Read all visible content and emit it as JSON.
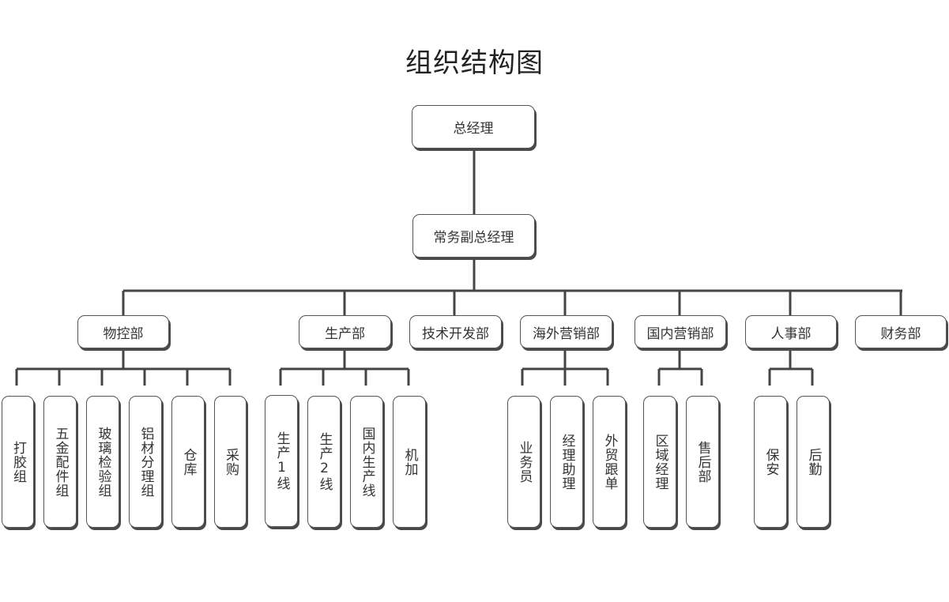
{
  "title": "组织结构图",
  "nodes": {
    "gm": "总经理",
    "deputy": "常务副总经理",
    "wukong": "物控部",
    "production": "生产部",
    "tech": "技术开发部",
    "overseas": "海外营销部",
    "domestic": "国内营销部",
    "hr": "人事部",
    "finance": "财务部",
    "dajiao": "打胶组",
    "wujin": "五金配件组",
    "boli": "玻璃检验组",
    "lvcai": "铝材分理组",
    "cangku": "仓库",
    "caigou": "采购",
    "line1": "生产1线",
    "line2": "生产2线",
    "domesticline": "国内生产线",
    "jijia": "机加",
    "yewu": "业务员",
    "jinglizhuli": "经理助理",
    "waimao": "外贸跟单",
    "quyu": "区域经理",
    "shouhou": "售后部",
    "baoan": "保安",
    "houqin": "后勤"
  }
}
